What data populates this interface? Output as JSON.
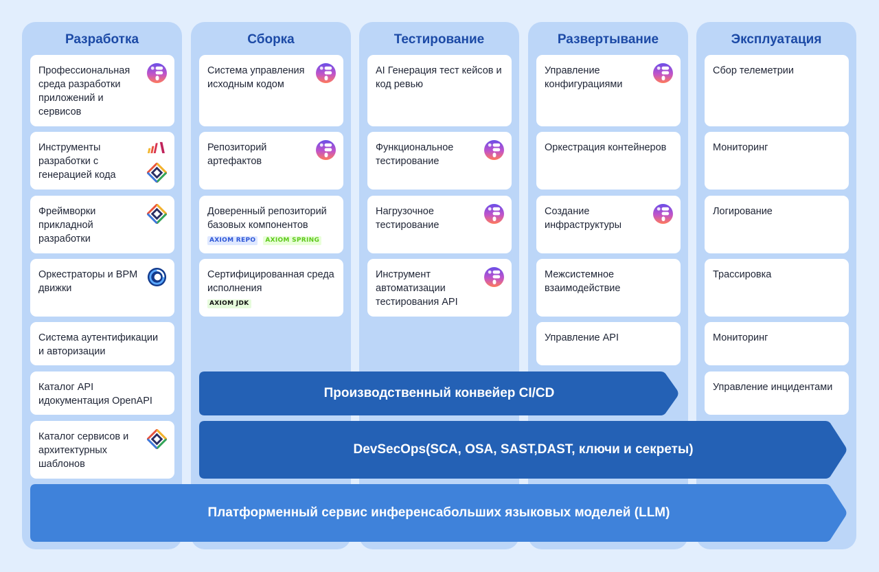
{
  "columns": [
    {
      "title": "Разработка"
    },
    {
      "title": "Сборка"
    },
    {
      "title": "Тестирование"
    },
    {
      "title": "Развертывание"
    },
    {
      "title": "Эксплуатация"
    }
  ],
  "dev": {
    "ide": "Профессиональная среда разработки приложений и сервисов",
    "codegen": "Инструменты разработки с генерацией кода",
    "frameworks": "Фреймворки прикладной разработки",
    "bpm": "Оркестраторы и BPM движки",
    "auth": "Система аутентификации и авторизации",
    "api_catalog": "Каталог API идокументация OpenAPI",
    "service_catalog": "Каталог сервисов и архитектурных шаблонов"
  },
  "build": {
    "vcs": "Система управления исходным кодом",
    "artifacts": "Репозиторий артефактов",
    "trusted_repo": "Доверенный репозиторий базовых компонентов",
    "certified_runtime": "Сертифицированная среда исполнения",
    "tags": {
      "axiom_repo": "AXIOM REPO",
      "axiom_spring": "AXIOM SPRING",
      "axiom_jdk": "AXIOM JDK"
    }
  },
  "test": {
    "ai_gen": "AI Генерация тест кейсов и код ревью",
    "functional": "Функциональное тестирование",
    "load": "Нагрузочное тестирование",
    "api_auto": "Инструмент автоматизации тестирования API"
  },
  "deploy": {
    "config": "Управление конфигурациями",
    "containers": "Оркестрация контейнеров",
    "infra": "Создание инфраструктуры",
    "integration": "Межсистемное взаимодействие",
    "api_mgmt": "Управление API"
  },
  "ops": {
    "telemetry": "Сбор телеметрии",
    "monitoring": "Мониторинг",
    "logging": "Логирование",
    "tracing": "Трассировка",
    "monitoring2": "Мониторинг",
    "incidents": "Управление инцидентами"
  },
  "arrows": {
    "cicd": "Производственный конвейер CI/CD",
    "devsecops": "DevSecOps(SCA, OSA, SAST,DAST, ключи и секреты)",
    "llm": "Платформенный сервис инференсабольших языковых моделей (LLM)"
  },
  "colors": {
    "page_bg": "#e2eefd",
    "column_bg": "#bcd6f8",
    "title": "#1c4aa6",
    "arrow_dark": "#2461b5",
    "arrow_light": "#3f82da"
  },
  "icons": {
    "product_logo": "gradient-brand-logo-icon",
    "codegen_logo": "multicolor-bars-logo-icon",
    "diamond_logo": "diamond-logo-icon",
    "bpm_logo": "swirl-circle-logo-icon"
  }
}
